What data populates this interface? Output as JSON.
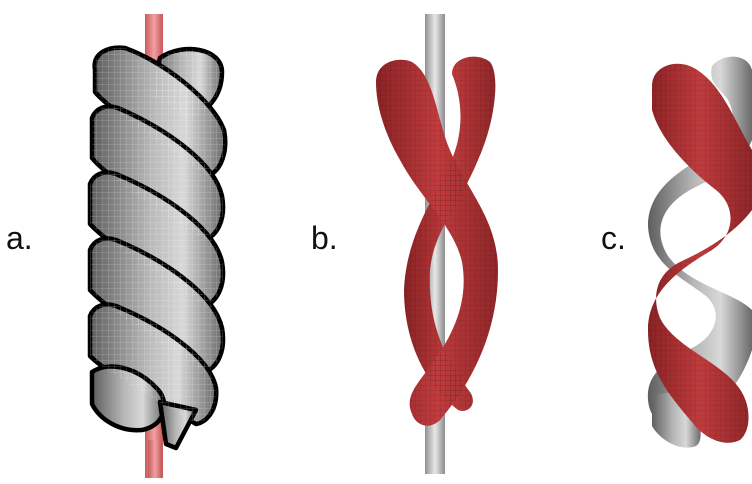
{
  "panels": [
    {
      "label": "a.",
      "strand_color": "#8a8a8a",
      "core_color": "#d9787a"
    },
    {
      "label": "b.",
      "strand_color": "#b23234",
      "core_color": "#b8b8b8"
    },
    {
      "label": "c.",
      "strand_colors": [
        "#c94548",
        "#9a9a9a"
      ]
    }
  ]
}
